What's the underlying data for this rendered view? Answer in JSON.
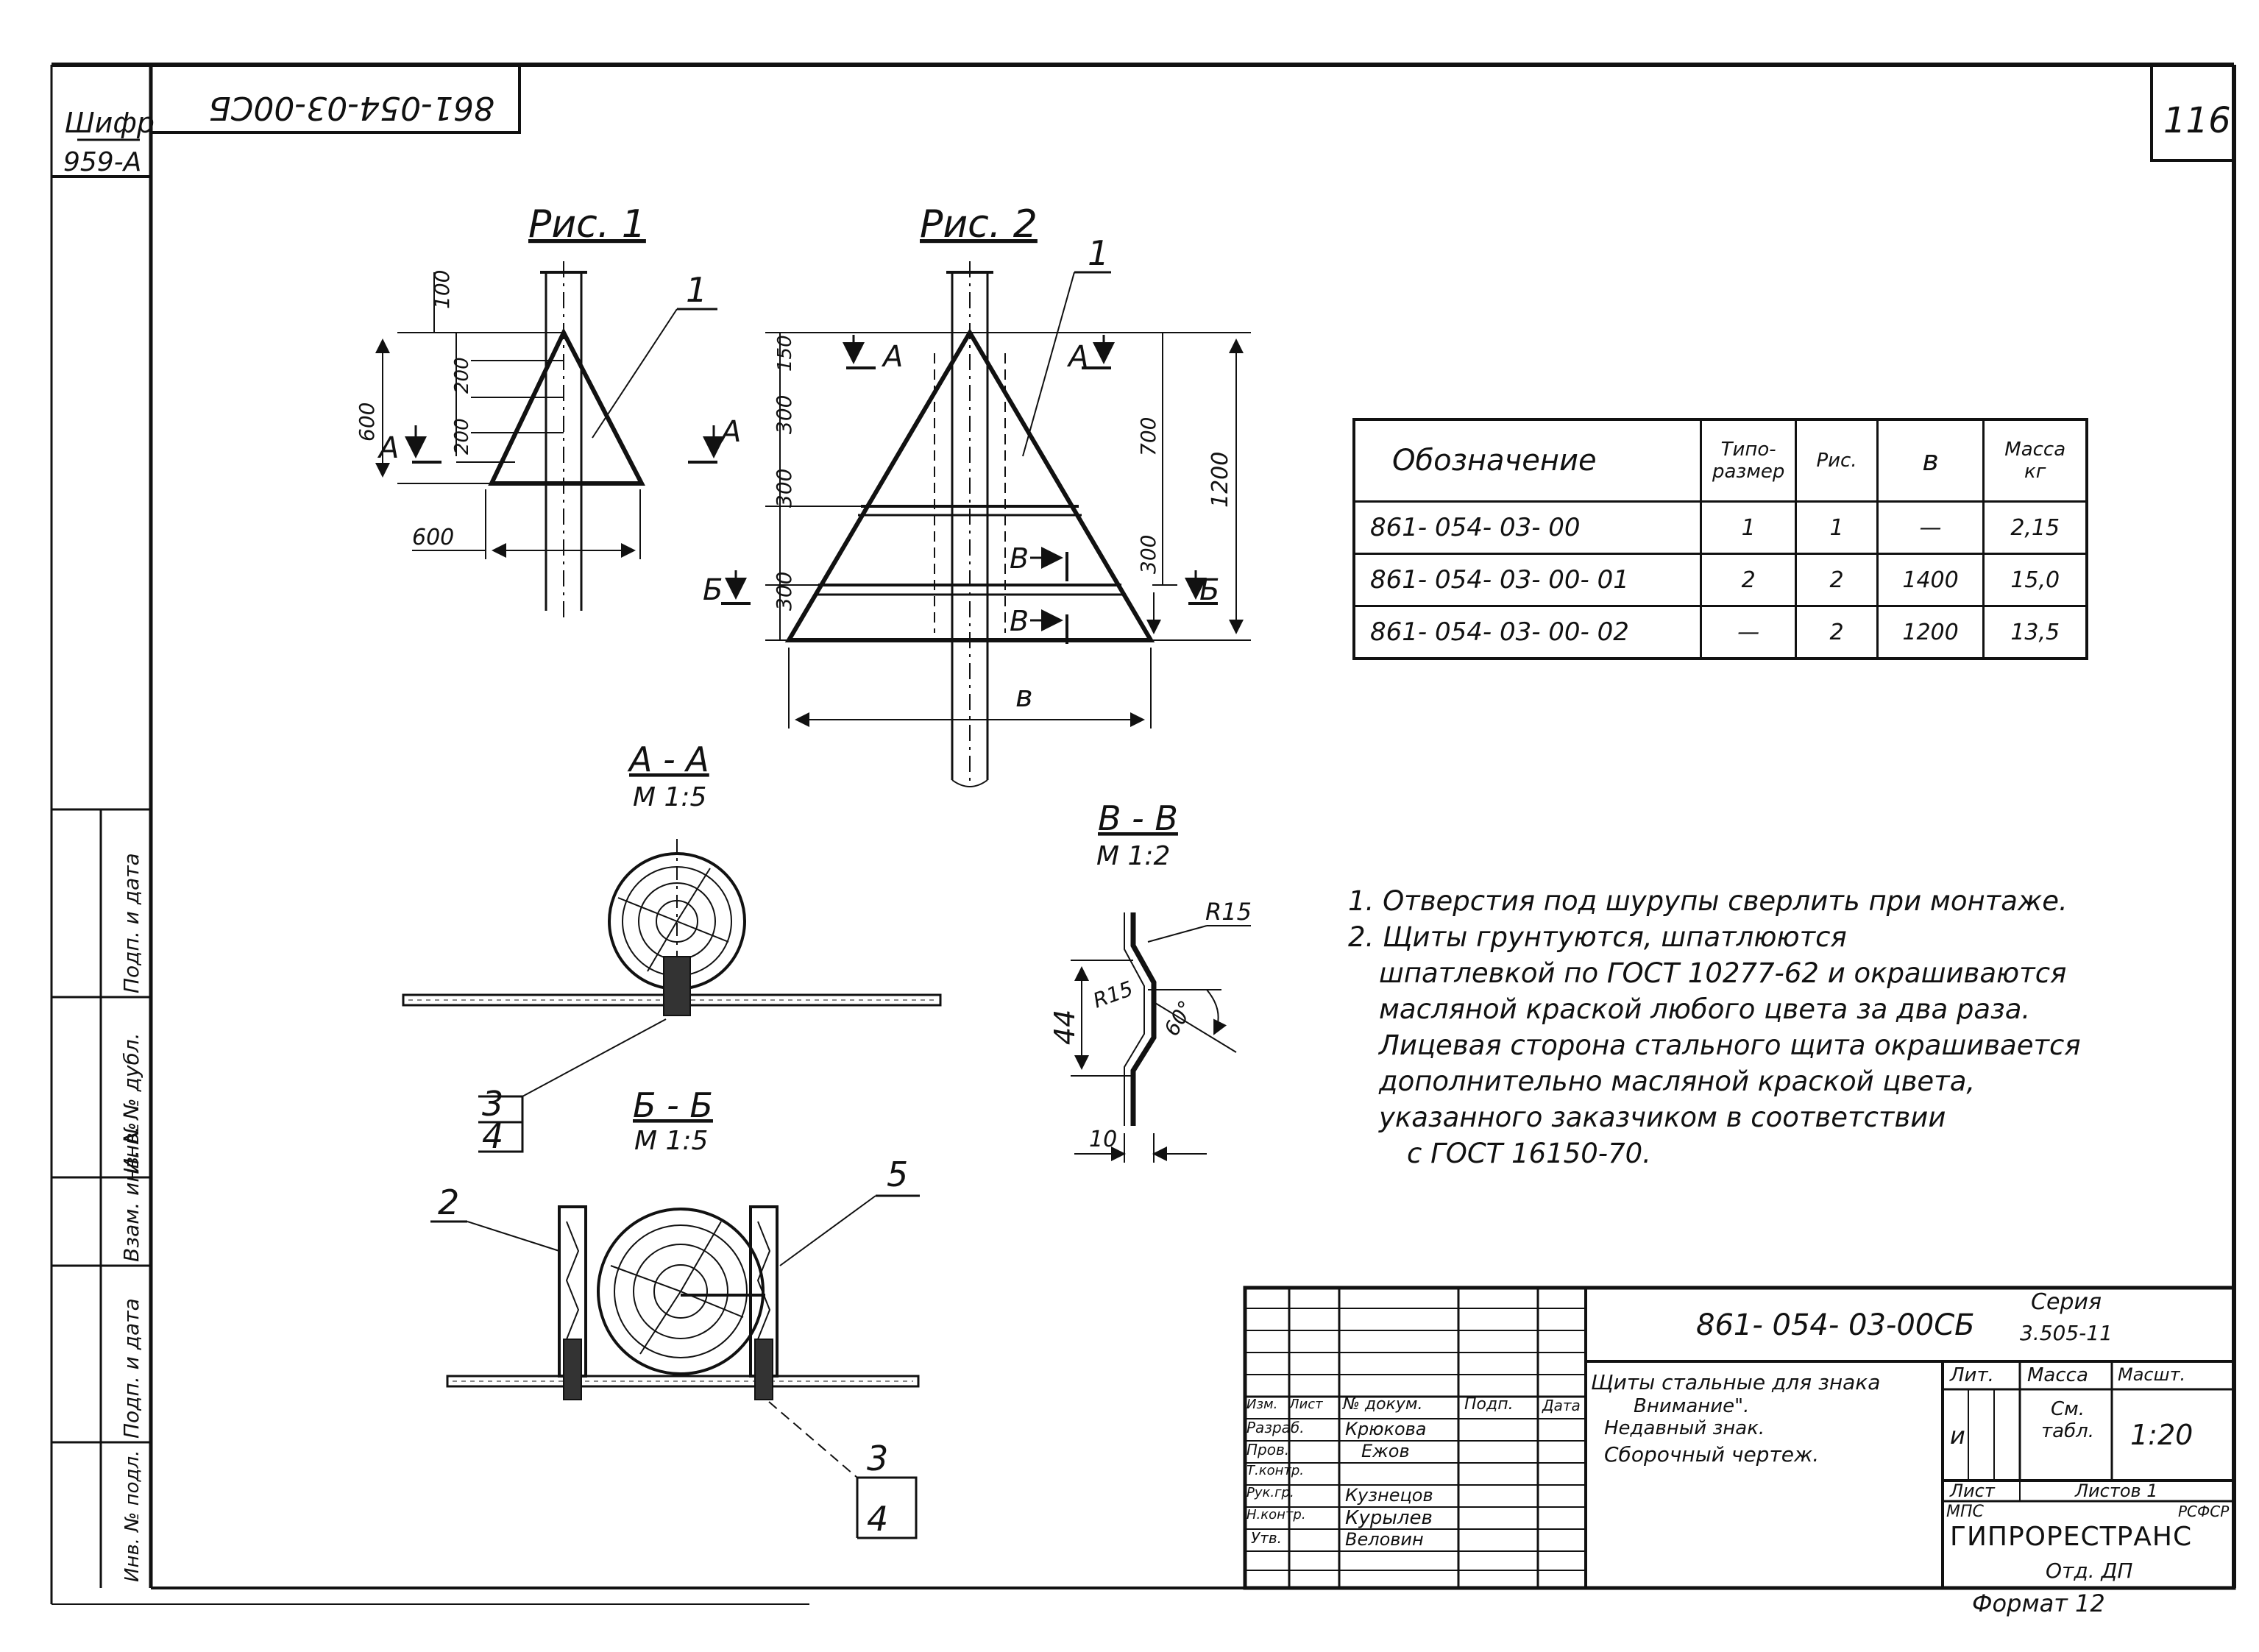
{
  "sheet": {
    "cipher_label": "Шифр",
    "cipher_value": "959-А",
    "code_top": "861-054-03-00СБ",
    "sheet_number": "116"
  },
  "figures": {
    "fig1": {
      "title": "Рис. 1",
      "callout": "1",
      "dims": {
        "d100": "100",
        "d200a": "200",
        "d200b": "200",
        "d600h": "600",
        "d600w": "600"
      },
      "section_mark": "А"
    },
    "fig2": {
      "title": "Рис. 2",
      "callout": "1",
      "dims": {
        "d150": "150",
        "d300a": "300",
        "d300b": "300",
        "d300c": "300",
        "d700": "700",
        "d1200": "1200",
        "d300r": "300",
        "width": "в"
      },
      "section_a": "А",
      "section_b": "Б",
      "section_v": "В"
    },
    "section_aa": {
      "title": "А - А",
      "scale": "М 1:5",
      "callout_num": "3",
      "callout_den": "4"
    },
    "section_bb": {
      "title": "Б - Б",
      "scale": "М 1:5",
      "callout_left": "2",
      "callout_right": "5",
      "callout_num": "3",
      "callout_den": "4"
    },
    "section_vv": {
      "title": "В - В",
      "scale": "М 1:2",
      "r15a": "R15",
      "r15b": "R15",
      "angle": "60°",
      "h44": "44",
      "w10": "10"
    }
  },
  "spec_table": {
    "headers": [
      "Обозначение",
      "Типо-размер",
      "Рис.",
      "в",
      "Масса кг"
    ],
    "rows": [
      [
        "861- 054- 03- 00",
        "1",
        "1",
        "—",
        "2,15"
      ],
      [
        "861- 054- 03- 00- 01",
        "2",
        "2",
        "1400",
        "15,0"
      ],
      [
        "861- 054- 03- 00- 02",
        "—",
        "2",
        "1200",
        "13,5"
      ]
    ]
  },
  "notes": [
    "1. Отверстия под шурупы сверлить при монтаже.",
    "2. Щиты грунтуются, шпатлюются",
    "шпатлевкой по ГОСТ 10277-62 и окрашиваются",
    "масляной краской любого цвета за два раза.",
    "Лицевая сторона стального щита окрашивается",
    "дополнительно масляной краской цвета,",
    "указанного заказчиком в соответствии",
    "с ГОСТ 16150-70."
  ],
  "side_stamp": [
    "Инв. № подл.",
    "Подп. и дата",
    "Взам. инв. №",
    "Инв. № дубл.",
    "Подп. и дата"
  ],
  "title_block": {
    "doc_code": "861- 054- 03-00СБ",
    "series_label": "Серия",
    "series_value": "3.505-11",
    "name_line1": "Щиты стальные для знака",
    "name_line2": "Внимание\".",
    "name_line3": "Недавный знак.",
    "name_line4": "Сборочный чертеж.",
    "col_izm": "Изм.",
    "col_list": "Лист",
    "col_doc": "№ докум.",
    "col_sign": "Подп.",
    "col_date": "Дата",
    "roles": [
      "Разраб.",
      "Пров.",
      "Т.контр.",
      "Рук.гр.",
      "Н.контр.",
      "Утв."
    ],
    "names": [
      "Крюкова",
      "Ежов",
      "",
      "Кузнецов",
      "Курылев",
      "Веловин"
    ],
    "lit_label": "Лит.",
    "lit_value": "и",
    "mass_label": "Масса",
    "mass_value": "См. табл.",
    "scale_label": "Масшт.",
    "scale_value": "1:20",
    "sheet_label": "Лист",
    "sheets_label": "Листов 1",
    "org_line1": "МПС",
    "org_line2": "РСФСР",
    "org_name": "ГИПРОРЕСТРАНС",
    "dept": "Отд. ДП",
    "format": "Формат 12"
  }
}
